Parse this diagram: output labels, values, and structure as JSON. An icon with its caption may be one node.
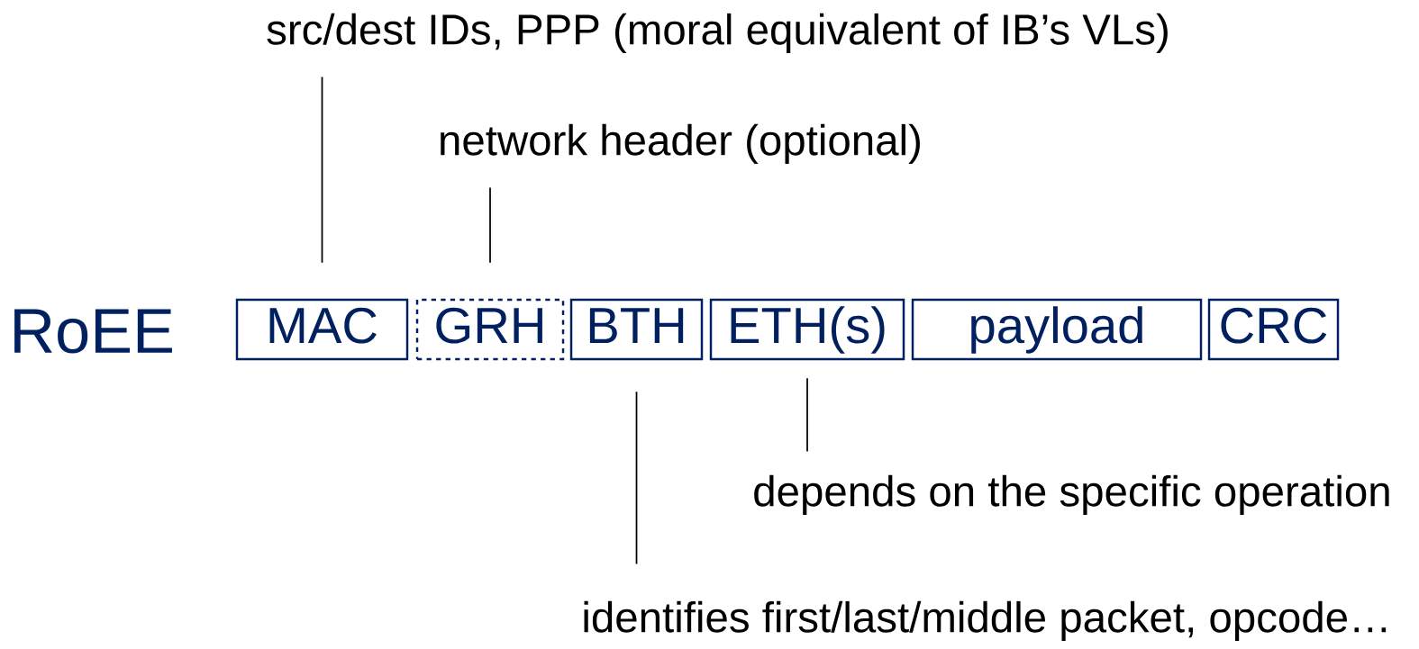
{
  "diagram": {
    "nodes": [
      {
        "text": [
          "MAC"
        ]
      },
      {
        "text": [
          "GRH"
        ]
      },
      {
        "text": [
          "BTH"
        ]
      },
      {
        "text": [
          "ETH(s)"
        ]
      },
      {
        "text": [
          "payload"
        ]
      },
      {
        "text": [
          "CRC"
        ]
      },
      {
        "text": [
          "src/dest IDs, PPP (moral equivalent of IB’s VLs)"
        ]
      },
      {
        "text": [
          "network header (optional)"
        ]
      },
      {
        "text": [
          "depends on the specific operation"
        ]
      },
      {
        "text": [
          "identifies first/last/middle packet, opcode…"
        ]
      }
    ],
    "edges": [
      {
        "from": 6,
        "to": 0,
        "arrow": "none"
      },
      {
        "from": 7,
        "to": 1,
        "arrow": "none"
      },
      {
        "from": 9,
        "to": 2,
        "arrow": "none"
      },
      {
        "from": 8,
        "to": 3,
        "arrow": "none"
      }
    ],
    "labels": [
      "RoEE"
    ]
  }
}
